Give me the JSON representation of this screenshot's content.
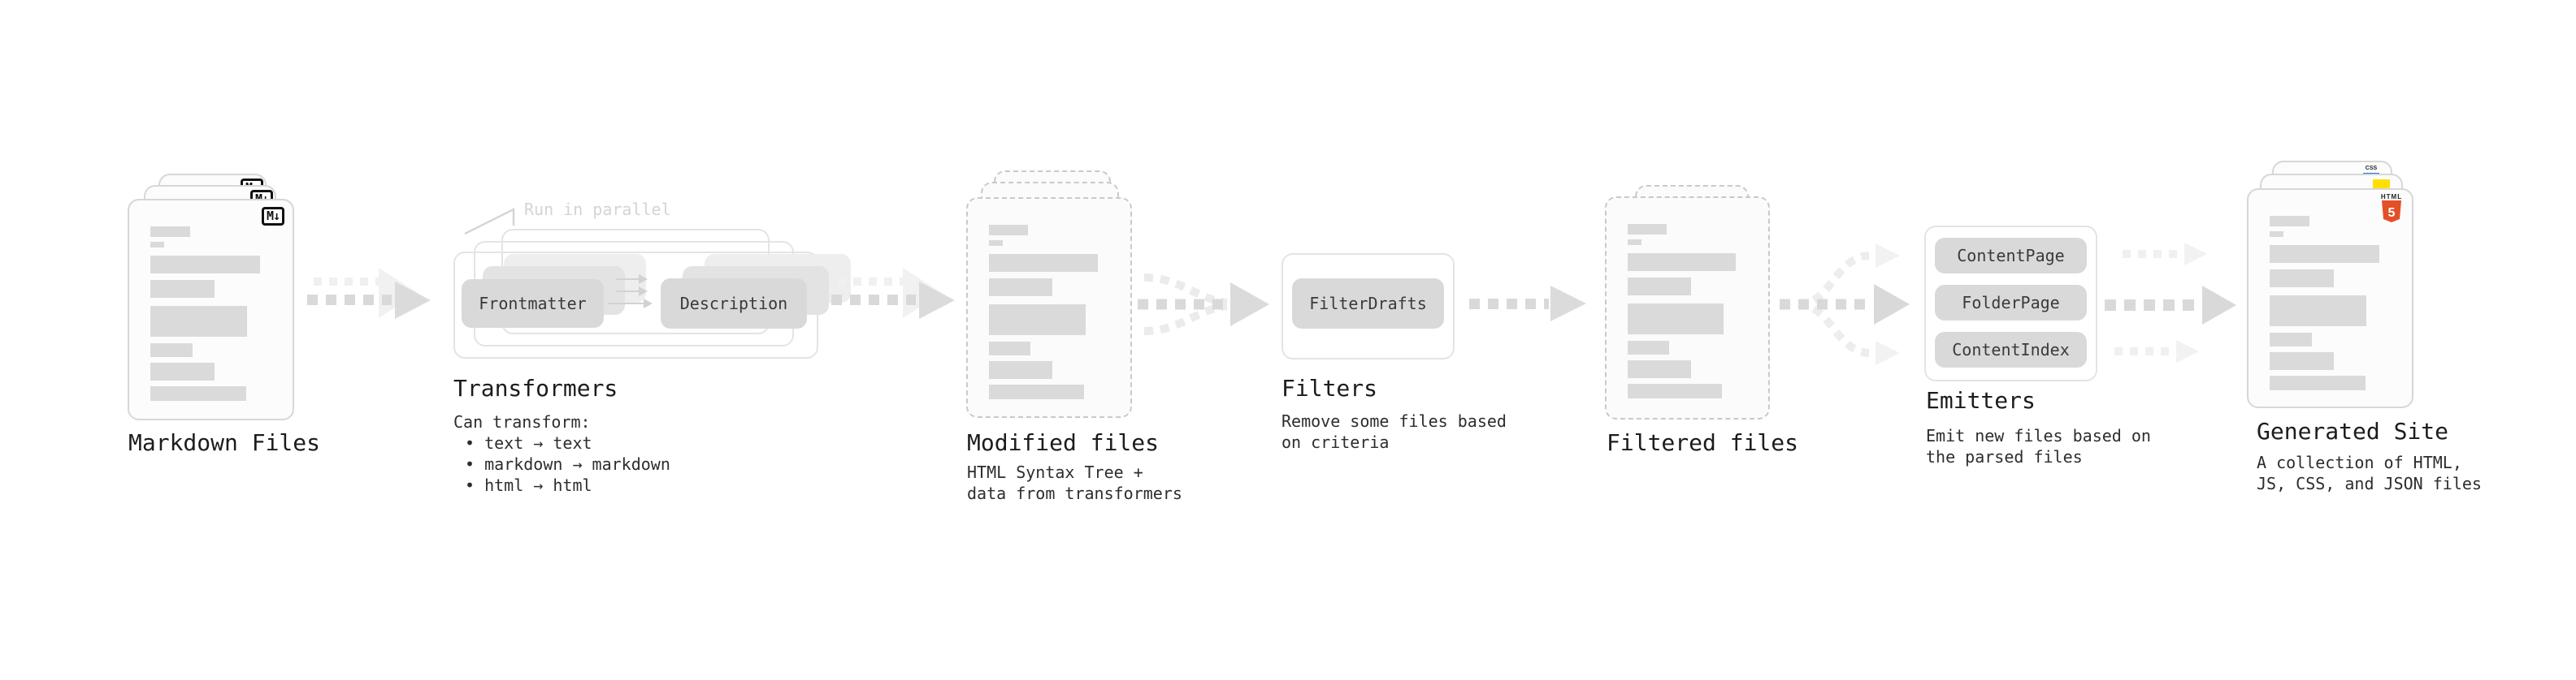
{
  "diagram": {
    "annotation_run_in_parallel": "Run in parallel",
    "stages": {
      "markdown_files": {
        "label": "Markdown Files",
        "badge": "M↓"
      },
      "transformers": {
        "label": "Transformers",
        "chips": [
          "Frontmatter",
          "Description"
        ],
        "desc_lines": [
          "Can transform:",
          "• text → text",
          "• markdown → markdown",
          "• html → html"
        ]
      },
      "modified_files": {
        "label": "Modified files",
        "desc_lines": [
          "HTML Syntax Tree +",
          "data from transformers"
        ]
      },
      "filters": {
        "label": "Filters",
        "chips": [
          "FilterDrafts"
        ],
        "desc_lines": [
          "Remove some files based",
          "on criteria"
        ]
      },
      "filtered_files": {
        "label": "Filtered files"
      },
      "emitters": {
        "label": "Emitters",
        "chips": [
          "ContentPage",
          "FolderPage",
          "ContentIndex"
        ],
        "desc_lines": [
          "Emit new files based on",
          "the parsed files"
        ]
      },
      "generated_site": {
        "label": "Generated Site",
        "badges": {
          "html_label": "HTML",
          "html_number": "5",
          "css_label": "CSS"
        },
        "desc_lines": [
          "A collection of HTML,",
          "JS, CSS, and JSON files"
        ]
      }
    },
    "colors": {
      "html5_orange": "#e34f26",
      "js_yellow": "#ffe000",
      "css_blue": "#1a73e8",
      "chip_gray": "#d9d9d9",
      "arrow_gray": "#d9d9d9",
      "text_dark": "#1c1c1c"
    }
  }
}
